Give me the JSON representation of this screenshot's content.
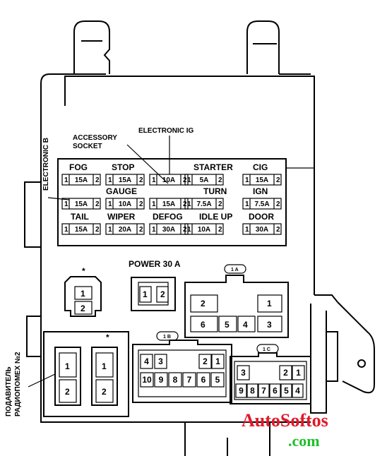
{
  "labels": {
    "electronic_b": "ELECTRONIC B",
    "accessory_socket_l1": "ACCESSORY",
    "accessory_socket_l2": "SOCKET",
    "electronic_ig": "ELECTRONIC IG",
    "power": "POWER 30 A",
    "side_label_l1": "ПОДАВИТЕЛЬ",
    "side_label_l2": "РАДИОПОМЕХ №2",
    "star": "*"
  },
  "fuse_names": {
    "fog": "FOG",
    "stop": "STOP",
    "starter": "STARTER",
    "cig": "CIG",
    "gauge": "GAUGE",
    "turn": "TURN",
    "ign": "IGN",
    "tail": "TAIL",
    "wiper": "WIPER",
    "defog": "DEFOG",
    "idle_up": "IDLE UP",
    "door": "DOOR"
  },
  "fuse_row1": [
    {
      "a": "1",
      "amp": "15A",
      "b": "2"
    },
    {
      "a": "1",
      "amp": "15A",
      "b": "2"
    },
    {
      "a": "1",
      "amp": "10A",
      "b": "2"
    },
    {
      "a": "1",
      "amp": "5A",
      "b": "2"
    },
    {
      "a": "1",
      "amp": "15A",
      "b": "2"
    }
  ],
  "fuse_row2": [
    {
      "a": "1",
      "amp": "15A",
      "b": "2"
    },
    {
      "a": "1",
      "amp": "10A",
      "b": "2"
    },
    {
      "a": "1",
      "amp": "15A",
      "b": "2"
    },
    {
      "a": "1",
      "amp": "7.5A",
      "b": "2"
    },
    {
      "a": "1",
      "amp": "7.5A",
      "b": "2"
    }
  ],
  "fuse_row3": [
    {
      "a": "1",
      "amp": "15A",
      "b": "2"
    },
    {
      "a": "1",
      "amp": "20A",
      "b": "2"
    },
    {
      "a": "1",
      "amp": "30A",
      "b": "2"
    },
    {
      "a": "1",
      "amp": "10A",
      "b": "2"
    },
    {
      "a": "1",
      "amp": "30A",
      "b": "2"
    }
  ],
  "connectors": {
    "small_relay": {
      "top": "1",
      "bottom": "2"
    },
    "power": {
      "left": "1",
      "right": "2"
    },
    "c1a_tag": "1 A",
    "c1a": {
      "p2": "2",
      "p1": "1",
      "p6": "6",
      "p5": "5",
      "p4": "4",
      "p3": "3"
    },
    "left_relays": {
      "a1": "1",
      "a2": "2",
      "b1": "1",
      "b2": "2"
    },
    "c1b_tag": "1 B",
    "c1b_row1": [
      "4",
      "3",
      "2",
      "1"
    ],
    "c1b_row2": [
      "10",
      "9",
      "8",
      "7",
      "6",
      "5"
    ],
    "c1c_tag": "1 C",
    "c1c_row1": [
      "3",
      "2",
      "1"
    ],
    "c1c_row2": [
      "9",
      "8",
      "7",
      "6",
      "5",
      "4"
    ]
  },
  "watermark": {
    "line1": "AutoSoftos",
    "line2": ".com"
  },
  "colors": {
    "watermark_red": "#e0192a",
    "watermark_green": "#1fbf2a"
  }
}
